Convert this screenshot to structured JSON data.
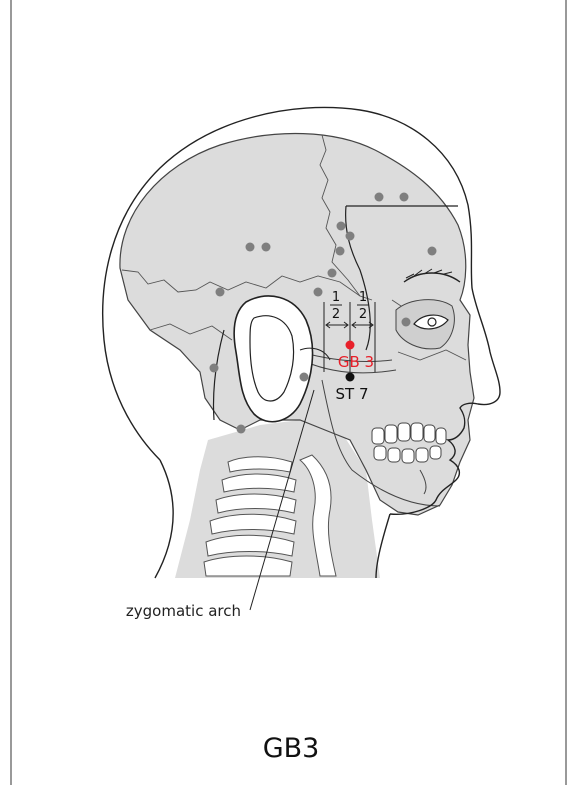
{
  "figure": {
    "title": "GB3",
    "annotation": "zygomatic arch",
    "measure_left_numerator": "1",
    "measure_left_denominator": "2",
    "measure_right_numerator": "1",
    "measure_right_denominator": "2"
  },
  "points": {
    "target": {
      "label": "GB 3",
      "color": "#e8202a"
    },
    "reference": {
      "label": "ST 7",
      "color": "#111111"
    }
  },
  "colors": {
    "skull_fill": "#dcdcdc",
    "outline": "#222222",
    "marker": "#7f7f7f",
    "highlight": "#e8202a"
  }
}
